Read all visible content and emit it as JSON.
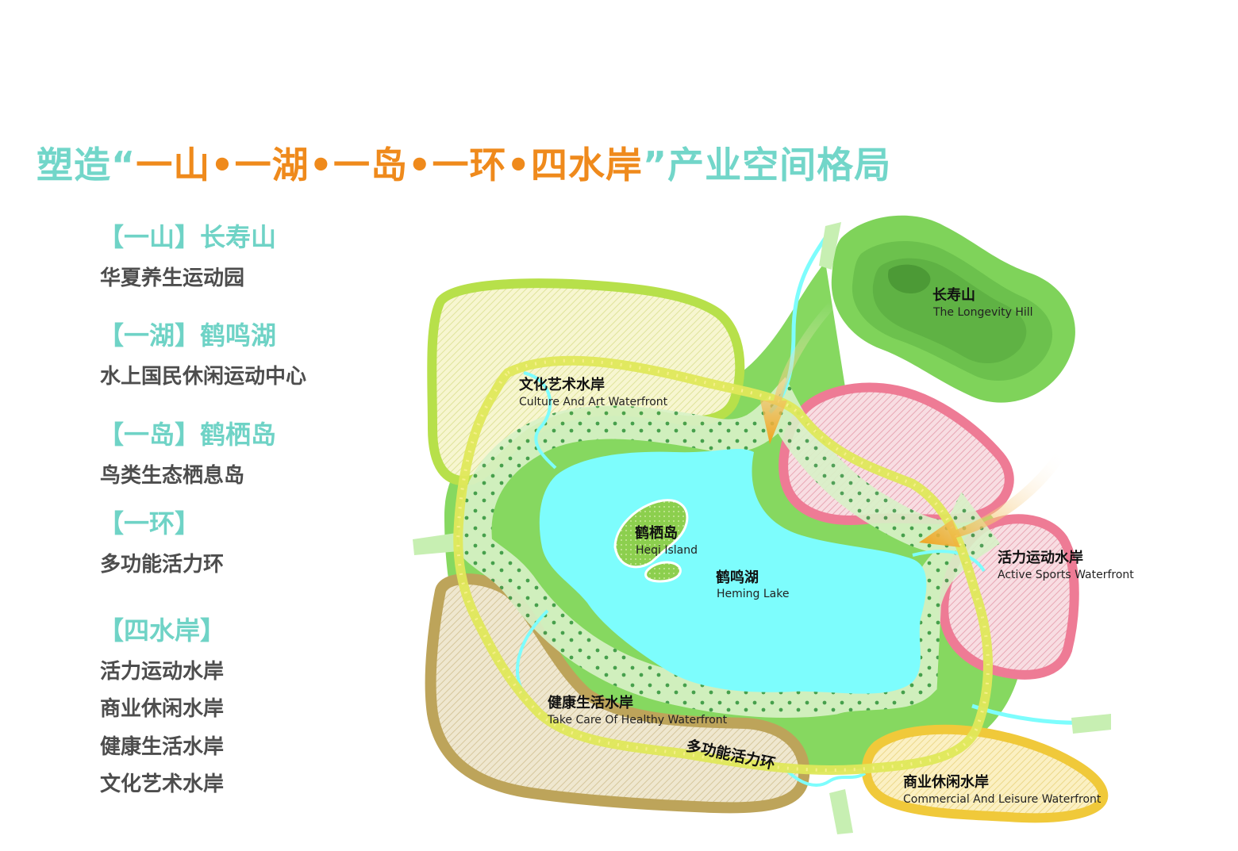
{
  "title": {
    "part1": "塑造“",
    "part2": "一山•一湖•一岛•一环•四水岸",
    "part3": "”产业空间格局"
  },
  "legend": {
    "mountain_head": "【一山】长寿山",
    "mountain_item": "华夏养生运动园",
    "lake_head": "【一湖】鹤鸣湖",
    "lake_item": "水上国民休闲运动中心",
    "island_head": "【一岛】鹤栖岛",
    "island_item": "鸟类生态栖息岛",
    "ring_head": "【一环】",
    "ring_item": "多功能活力环",
    "shores_head": "【四水岸】",
    "shores_items": [
      "活力运动水岸",
      "商业休闲水岸",
      "健康生活水岸",
      "文化艺术水岸"
    ]
  },
  "map_labels": {
    "longevity_hill_zh": "长寿山",
    "longevity_hill_en": "The Longevity Hill",
    "culture_zh": "文化艺术水岸",
    "culture_en": "Culture And Art Waterfront",
    "island_zh": "鹤栖岛",
    "island_en": "Heqi Island",
    "lake_zh": "鹤鸣湖",
    "lake_en": "Heming Lake",
    "sports_zh": "活力运动水岸",
    "sports_en": "Active Sports Waterfront",
    "health_zh": "健康生活水岸",
    "health_en": "Take Care Of Healthy Waterfront",
    "ring_zh": "多功能活力环",
    "commercial_zh": "商业休闲水岸",
    "commercial_en": "Commercial And Leisure Waterfront"
  },
  "colors": {
    "title_teal": "#72d6c9",
    "title_orange": "#ef8a1c",
    "lake": "#7dfdfd",
    "green": "#86d860",
    "pink": "#ee7b95",
    "brown": "#bda45a",
    "yellow": "#f0c93a",
    "lime": "#b7e04a",
    "ring": "#dfe85a"
  }
}
